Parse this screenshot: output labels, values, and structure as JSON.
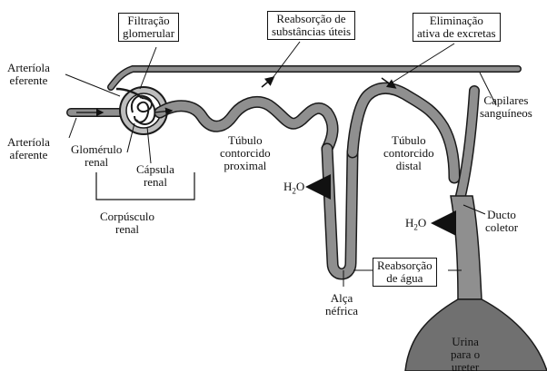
{
  "boxes": {
    "filtration": [
      "Filtração",
      "glomerular"
    ],
    "reabsorption_useful": [
      "Reabsorção de",
      "substâncias úteis"
    ],
    "elimination": [
      "Eliminação",
      "ativa de excretas"
    ],
    "water_reabsorption": [
      "Reabsorção",
      "de água"
    ]
  },
  "labels": {
    "efferent_arteriole": [
      "Arteríola",
      "eferente"
    ],
    "afferent_arteriole": [
      "Arteríola",
      "aferente"
    ],
    "glomerulus": [
      "Glomérulo",
      "renal"
    ],
    "capsule": [
      "Cápsula",
      "renal"
    ],
    "renal_corpuscle": [
      "Corpúsculo",
      "renal"
    ],
    "proximal_tubule": [
      "Túbulo",
      "contorcido",
      "proximal"
    ],
    "distal_tubule": [
      "Túbulo",
      "contorcido",
      "distal"
    ],
    "loop": [
      "Alça",
      "néfrica"
    ],
    "capillaries": [
      "Capilares",
      "sanguíneos"
    ],
    "collecting_duct": [
      "Ducto",
      "coletor"
    ],
    "urine": [
      "Urina",
      "para o",
      "ureter"
    ]
  },
  "water": {
    "h2o_loop": {
      "base": "H",
      "sub": "2",
      "tail": "O"
    },
    "h2o_duct": {
      "base": "H",
      "sub": "2",
      "tail": "O"
    }
  },
  "colors": {
    "tube_fill": "#8f8f8f",
    "tube_outline": "#1a1a1a",
    "capsule_fill": "#bdbdbd",
    "urine_fill": "#707070"
  }
}
